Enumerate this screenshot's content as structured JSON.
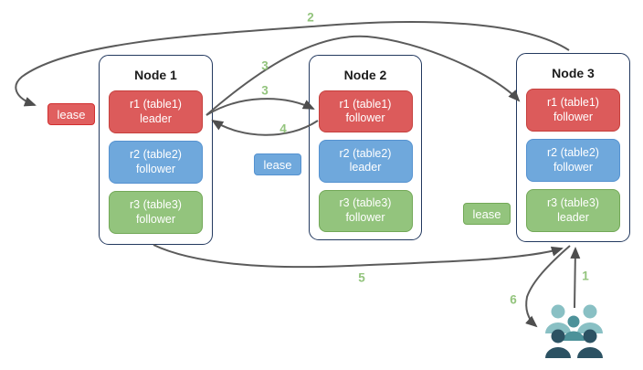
{
  "nodes": [
    {
      "title": "Node 1",
      "replicas": [
        {
          "name": "r1 (table1)",
          "role": "leader"
        },
        {
          "name": "r2 (table2)",
          "role": "follower"
        },
        {
          "name": "r3 (table3)",
          "role": "follower"
        }
      ]
    },
    {
      "title": "Node 2",
      "replicas": [
        {
          "name": "r1 (table1)",
          "role": "follower"
        },
        {
          "name": "r2 (table2)",
          "role": "leader"
        },
        {
          "name": "r3 (table3)",
          "role": "follower"
        }
      ]
    },
    {
      "title": "Node 3",
      "replicas": [
        {
          "name": "r1 (table1)",
          "role": "follower"
        },
        {
          "name": "r2 (table2)",
          "role": "follower"
        },
        {
          "name": "r3 (table3)",
          "role": "leader"
        }
      ]
    }
  ],
  "leases": [
    {
      "label": "lease",
      "color": "#e05f5f"
    },
    {
      "label": "lease",
      "color": "#6fa8dc"
    },
    {
      "label": "lease",
      "color": "#93c47d"
    }
  ],
  "arrow_labels": {
    "a1": "1",
    "a2": "2",
    "a3_to_node3": "3",
    "a3_to_node2": "3",
    "a4": "4",
    "a5": "5",
    "a6": "6"
  },
  "icons": {
    "users": "users-group-icon"
  },
  "colors": {
    "table1_red": "#dc5b5b",
    "table1_red_border": "#c5403d",
    "table2_blue": "#6fa8dc",
    "table2_blue_border": "#5592d0",
    "table3_green": "#93c47d",
    "table3_green_border": "#72a857",
    "node_border": "#23395f",
    "arrow_gray": "#5b5b5b",
    "step_label_green": "#93c47d",
    "users_back": "#89c0c4",
    "users_middle": "#4d929a",
    "users_front": "#2c5263"
  }
}
